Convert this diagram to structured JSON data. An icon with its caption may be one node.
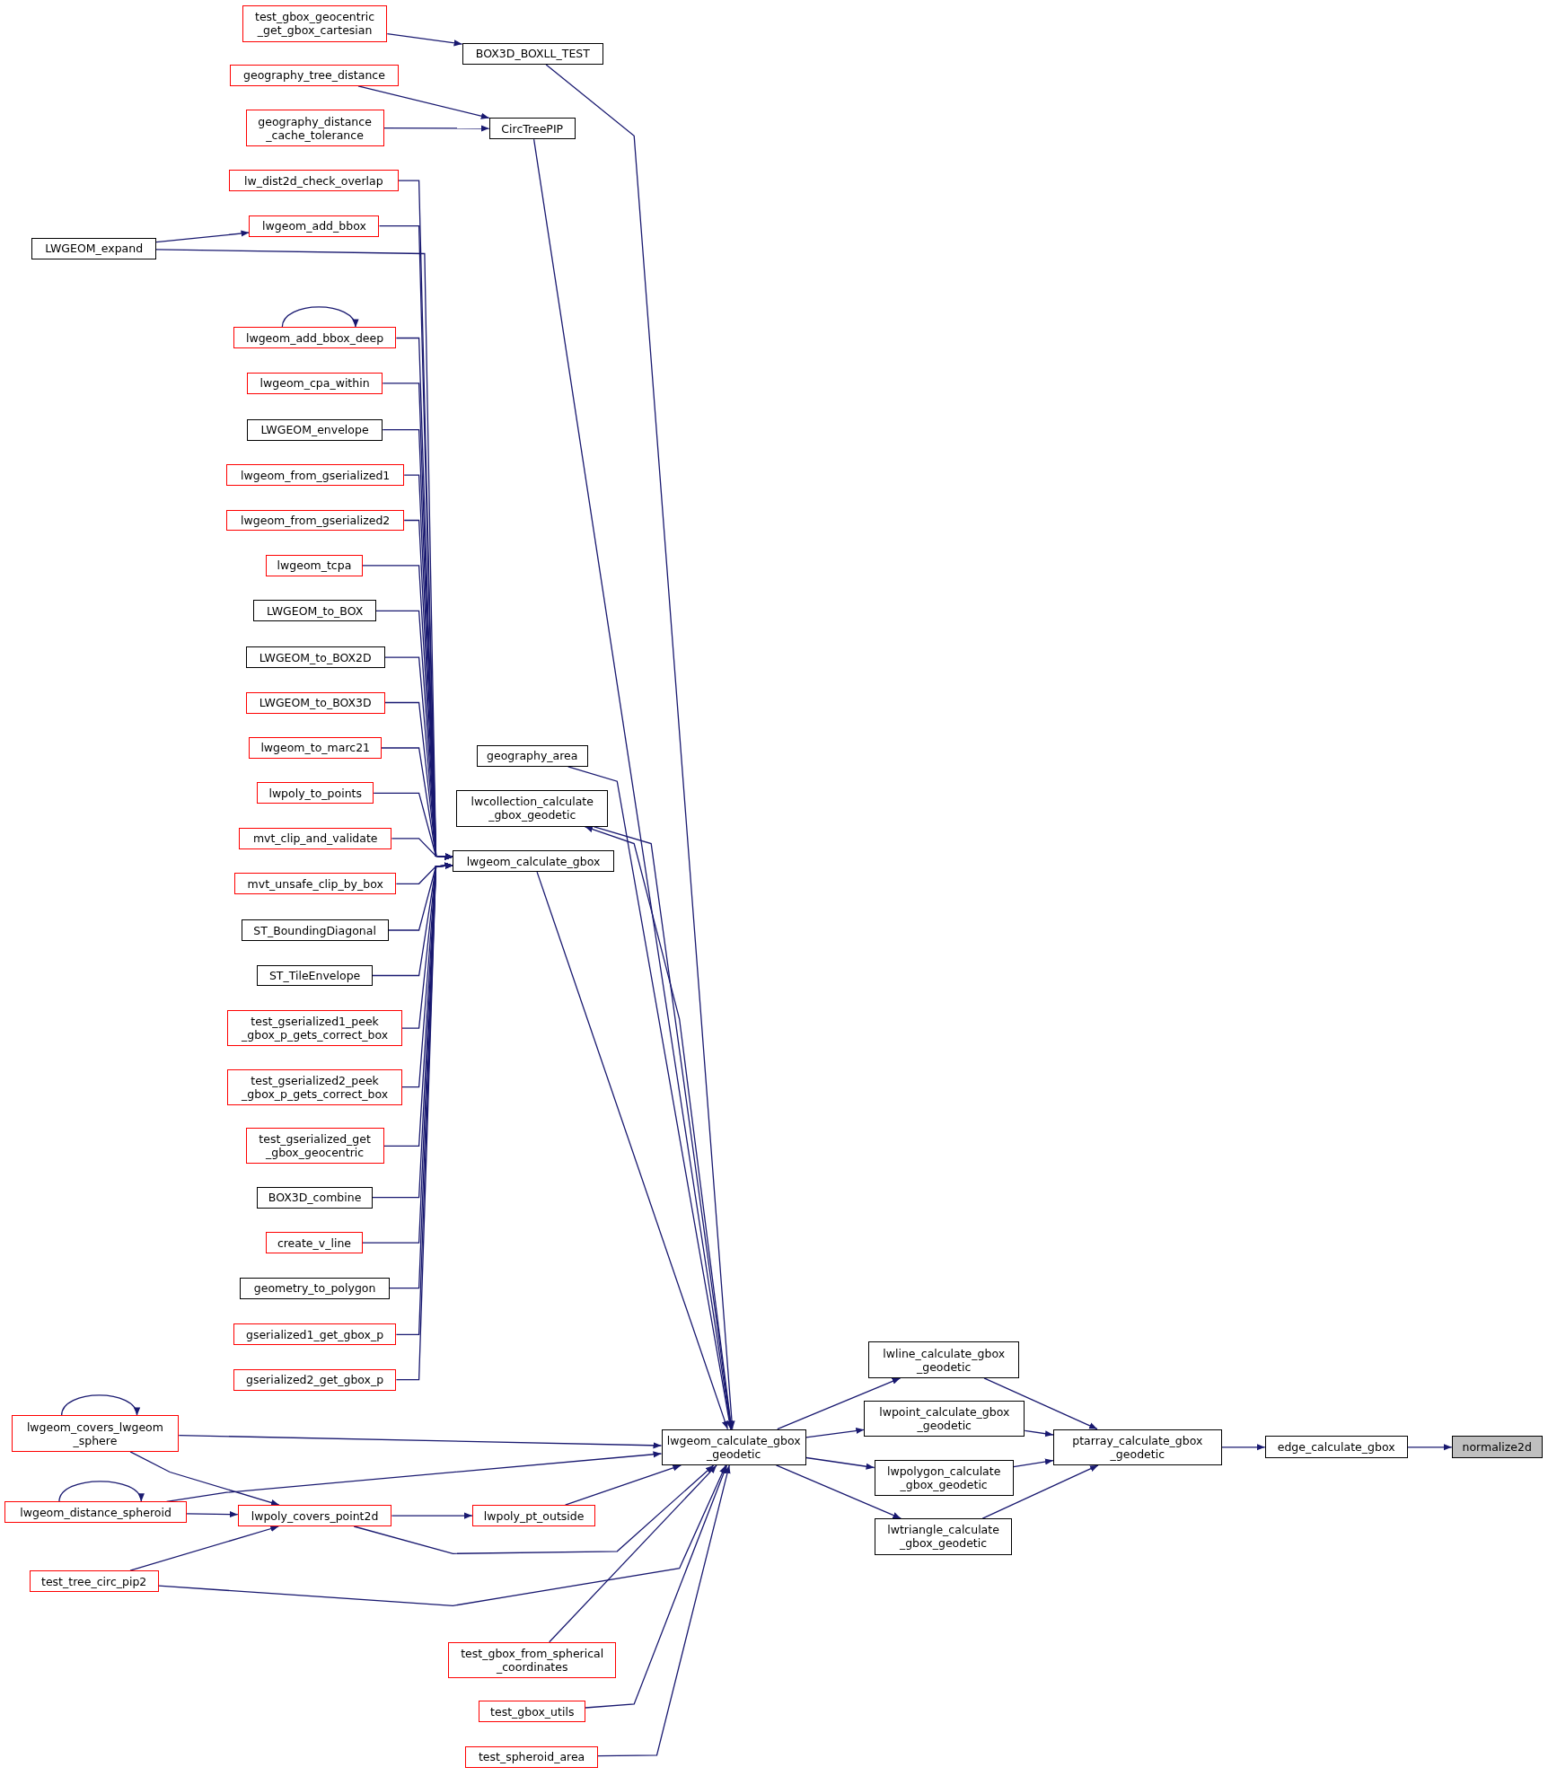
{
  "diagram": {
    "nodes": [
      {
        "text": [
          "test_gbox_geocentric _get_gbox_cartesian"
        ]
      },
      {
        "text": [
          "BOX3D_BOXLL_TEST"
        ]
      },
      {
        "text": [
          "geography_tree_distance"
        ]
      },
      {
        "text": [
          "geography_distance _cache_tolerance"
        ]
      },
      {
        "text": [
          "CircTreePIP"
        ]
      },
      {
        "text": [
          "lw_dist2d_check_overlap"
        ]
      },
      {
        "text": [
          "lwgeom_add_bbox"
        ]
      },
      {
        "text": [
          "LWGEOM_expand"
        ]
      },
      {
        "text": [
          "lwgeom_add_bbox_deep"
        ]
      },
      {
        "text": [
          "lwgeom_cpa_within"
        ]
      },
      {
        "text": [
          "LWGEOM_envelope"
        ]
      },
      {
        "text": [
          "lwgeom_from_gserialized1"
        ]
      },
      {
        "text": [
          "lwgeom_from_gserialized2"
        ]
      },
      {
        "text": [
          "lwgeom_tcpa"
        ]
      },
      {
        "text": [
          "LWGEOM_to_BOX"
        ]
      },
      {
        "text": [
          "LWGEOM_to_BOX2D"
        ]
      },
      {
        "text": [
          "LWGEOM_to_BOX3D"
        ]
      },
      {
        "text": [
          "lwgeom_to_marc21"
        ]
      },
      {
        "text": [
          "lwpoly_to_points"
        ]
      },
      {
        "text": [
          "mvt_clip_and_validate"
        ]
      },
      {
        "text": [
          "mvt_unsafe_clip_by_box"
        ]
      },
      {
        "text": [
          "ST_BoundingDiagonal"
        ]
      },
      {
        "text": [
          "ST_TileEnvelope"
        ]
      },
      {
        "text": [
          "test_gserialized1_peek _gbox_p_gets_correct_box"
        ]
      },
      {
        "text": [
          "test_gserialized2_peek _gbox_p_gets_correct_box"
        ]
      },
      {
        "text": [
          "test_gserialized_get _gbox_geocentric"
        ]
      },
      {
        "text": [
          "BOX3D_combine"
        ]
      },
      {
        "text": [
          "create_v_line"
        ]
      },
      {
        "text": [
          "geometry_to_polygon"
        ]
      },
      {
        "text": [
          "gserialized1_get_gbox_p"
        ]
      },
      {
        "text": [
          "gserialized2_get_gbox_p"
        ]
      },
      {
        "text": [
          "geography_area"
        ]
      },
      {
        "text": [
          "lwcollection_calculate _gbox_geodetic"
        ]
      },
      {
        "text": [
          "lwgeom_calculate_gbox"
        ]
      },
      {
        "text": [
          "lwgeom_covers_lwgeom _sphere"
        ]
      },
      {
        "text": [
          "lwgeom_distance_spheroid"
        ]
      },
      {
        "text": [
          "lwpoly_covers_point2d"
        ]
      },
      {
        "text": [
          "lwpoly_pt_outside"
        ]
      },
      {
        "text": [
          "test_tree_circ_pip2"
        ]
      },
      {
        "text": [
          "lwgeom_calculate_gbox _geodetic"
        ]
      },
      {
        "text": [
          "test_gbox_from_spherical _coordinates"
        ]
      },
      {
        "text": [
          "test_gbox_utils"
        ]
      },
      {
        "text": [
          "test_spheroid_area"
        ]
      },
      {
        "text": [
          "lwline_calculate_gbox _geodetic"
        ]
      },
      {
        "text": [
          "lwpoint_calculate_gbox _geodetic"
        ]
      },
      {
        "text": [
          "lwpolygon_calculate _gbox_geodetic"
        ]
      },
      {
        "text": [
          "lwtriangle_calculate _gbox_geodetic"
        ]
      },
      {
        "text": [
          "ptarray_calculate_gbox _geodetic"
        ]
      },
      {
        "text": [
          "edge_calculate_gbox"
        ]
      },
      {
        "text": [
          "normalize2d"
        ]
      }
    ],
    "edges": [
      {
        "from": 0,
        "to": 1,
        "arrow": "to"
      },
      {
        "from": 2,
        "to": 4,
        "arrow": "to"
      },
      {
        "from": 3,
        "to": 4,
        "arrow": "to"
      },
      {
        "from": 7,
        "to": 6,
        "arrow": "to"
      },
      {
        "from": 8,
        "to": 8,
        "arrow": "to"
      },
      {
        "from": 5,
        "to": 33,
        "arrow": "to"
      },
      {
        "from": 6,
        "to": 33,
        "arrow": "to"
      },
      {
        "from": 7,
        "to": 33,
        "arrow": "to"
      },
      {
        "from": 8,
        "to": 33,
        "arrow": "to"
      },
      {
        "from": 9,
        "to": 33,
        "arrow": "to"
      },
      {
        "from": 10,
        "to": 33,
        "arrow": "to"
      },
      {
        "from": 11,
        "to": 33,
        "arrow": "to"
      },
      {
        "from": 12,
        "to": 33,
        "arrow": "to"
      },
      {
        "from": 13,
        "to": 33,
        "arrow": "to"
      },
      {
        "from": 14,
        "to": 33,
        "arrow": "to"
      },
      {
        "from": 15,
        "to": 33,
        "arrow": "to"
      },
      {
        "from": 16,
        "to": 33,
        "arrow": "to"
      },
      {
        "from": 17,
        "to": 33,
        "arrow": "to"
      },
      {
        "from": 18,
        "to": 33,
        "arrow": "to"
      },
      {
        "from": 19,
        "to": 33,
        "arrow": "to"
      },
      {
        "from": 20,
        "to": 33,
        "arrow": "to"
      },
      {
        "from": 21,
        "to": 33,
        "arrow": "to"
      },
      {
        "from": 22,
        "to": 33,
        "arrow": "to"
      },
      {
        "from": 23,
        "to": 33,
        "arrow": "to"
      },
      {
        "from": 24,
        "to": 33,
        "arrow": "to"
      },
      {
        "from": 25,
        "to": 33,
        "arrow": "to"
      },
      {
        "from": 26,
        "to": 33,
        "arrow": "to"
      },
      {
        "from": 27,
        "to": 33,
        "arrow": "to"
      },
      {
        "from": 28,
        "to": 33,
        "arrow": "to"
      },
      {
        "from": 29,
        "to": 33,
        "arrow": "to"
      },
      {
        "from": 30,
        "to": 33,
        "arrow": "to"
      },
      {
        "from": 1,
        "to": 39,
        "arrow": "to"
      },
      {
        "from": 4,
        "to": 39,
        "arrow": "to"
      },
      {
        "from": 31,
        "to": 39,
        "arrow": "to"
      },
      {
        "from": 32,
        "to": 39,
        "arrow": "to"
      },
      {
        "from": 33,
        "to": 39,
        "arrow": "to"
      },
      {
        "from": 34,
        "to": 39,
        "arrow": "to"
      },
      {
        "from": 35,
        "to": 39,
        "arrow": "to"
      },
      {
        "from": 36,
        "to": 39,
        "arrow": "to"
      },
      {
        "from": 37,
        "to": 39,
        "arrow": "to"
      },
      {
        "from": 38,
        "to": 39,
        "arrow": "to"
      },
      {
        "from": 40,
        "to": 39,
        "arrow": "to"
      },
      {
        "from": 41,
        "to": 39,
        "arrow": "to"
      },
      {
        "from": 42,
        "to": 39,
        "arrow": "to"
      },
      {
        "from": 39,
        "to": 32,
        "arrow": "to"
      },
      {
        "from": 34,
        "to": 34,
        "arrow": "to"
      },
      {
        "from": 35,
        "to": 35,
        "arrow": "to"
      },
      {
        "from": 34,
        "to": 36,
        "arrow": "to"
      },
      {
        "from": 35,
        "to": 36,
        "arrow": "to"
      },
      {
        "from": 38,
        "to": 36,
        "arrow": "to"
      },
      {
        "from": 36,
        "to": 37,
        "arrow": "to"
      },
      {
        "from": 39,
        "to": 43,
        "arrow": "to"
      },
      {
        "from": 39,
        "to": 44,
        "arrow": "to"
      },
      {
        "from": 39,
        "to": 45,
        "arrow": "to"
      },
      {
        "from": 39,
        "to": 46,
        "arrow": "to"
      },
      {
        "from": 43,
        "to": 47,
        "arrow": "to"
      },
      {
        "from": 44,
        "to": 47,
        "arrow": "to"
      },
      {
        "from": 45,
        "to": 47,
        "arrow": "to"
      },
      {
        "from": 46,
        "to": 47,
        "arrow": "to"
      },
      {
        "from": 47,
        "to": 48,
        "arrow": "to"
      },
      {
        "from": 48,
        "to": 49,
        "arrow": "to"
      }
    ]
  }
}
